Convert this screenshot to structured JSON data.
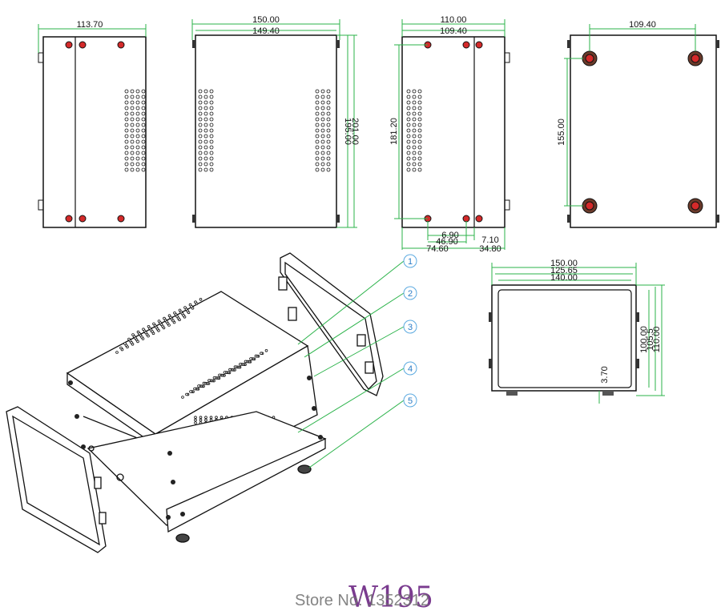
{
  "views": {
    "view1": {
      "width": "113.70"
    },
    "view2": {
      "outer_width": "150.00",
      "inner_width": "149.40",
      "height_a": "195.00",
      "height_b": "201.00"
    },
    "view3": {
      "outer_width": "110.00",
      "inner_width": "109.40",
      "height": "181.20",
      "bottom_a": "6.90",
      "bottom_b": "46.90",
      "bottom_c": "7.10",
      "bottom_d": "74.60",
      "bottom_e": "34.80"
    },
    "view4": {
      "foot_spacing_x": "109.40",
      "foot_spacing_y": "155.00"
    },
    "view5": {
      "width_a": "150.00",
      "width_b": "125.65",
      "width_c": "140.00",
      "height_a": "100.00",
      "height_b": "105.5",
      "height_c": "110.00",
      "foot_h": "3.70"
    }
  },
  "callouts": [
    "1",
    "2",
    "3",
    "4",
    "5"
  ],
  "model": "W195",
  "watermark": "Store No: 1352312",
  "colors": {
    "dimension": "#2bb34a",
    "outline": "#111111",
    "callout": "#2a7cc7",
    "screw": "#d42a2a",
    "model": "#7a3b8f"
  }
}
